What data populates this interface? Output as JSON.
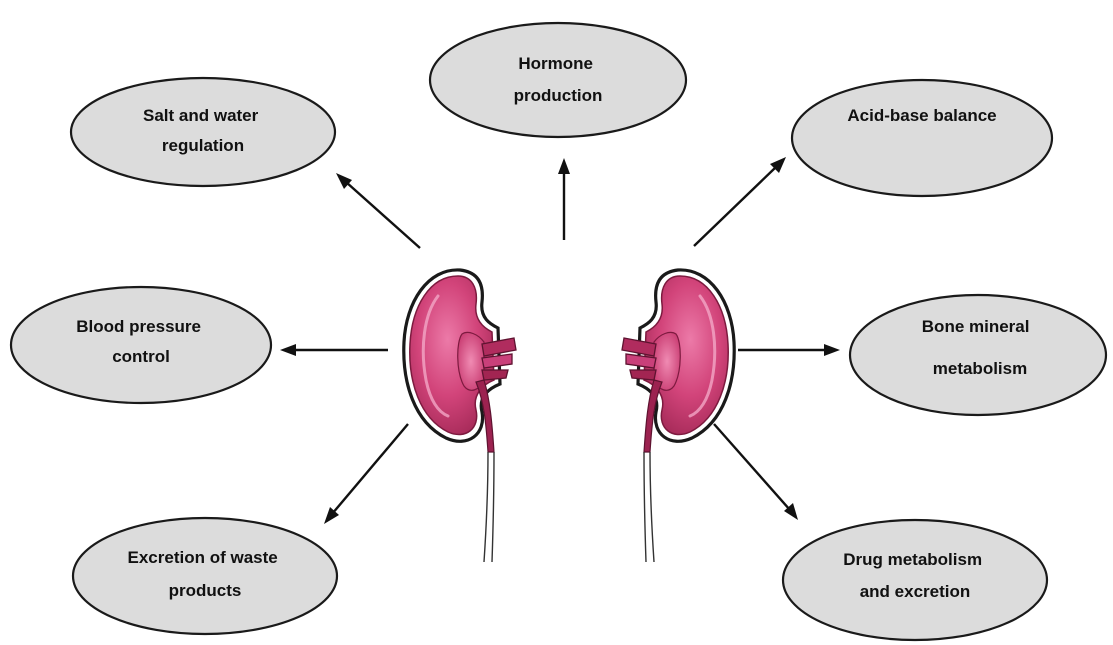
{
  "diagram": {
    "center_icon": "kidneys-icon",
    "functions": [
      {
        "id": "salt",
        "lines": [
          "Salt and water",
          "regulation"
        ]
      },
      {
        "id": "hormone",
        "lines": [
          "Hormone",
          "production"
        ]
      },
      {
        "id": "acid",
        "lines": [
          "Acid-base balance"
        ]
      },
      {
        "id": "blood",
        "lines": [
          "Blood pressure",
          "control"
        ]
      },
      {
        "id": "bone",
        "lines": [
          "Bone mineral",
          "metabolism"
        ]
      },
      {
        "id": "waste",
        "lines": [
          "Excretion of waste",
          "products"
        ]
      },
      {
        "id": "drug",
        "lines": [
          "Drug metabolism",
          "and excretion"
        ]
      }
    ],
    "colors": {
      "oval_fill": "#dcdcdc",
      "oval_stroke": "#1a1a1a",
      "kidney_main": "#c8336a",
      "kidney_light": "#e5659a",
      "kidney_dark": "#8e1e47",
      "arrow": "#111111"
    }
  }
}
